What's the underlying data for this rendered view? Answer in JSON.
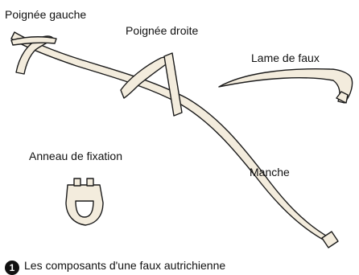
{
  "labels": {
    "left_handle": "Poignée gauche",
    "right_handle": "Poignée droite",
    "blade": "Lame de faux",
    "ring": "Anneau de fixation",
    "shaft": "Manche"
  },
  "caption": {
    "number": "1",
    "text": "Les composants d'une faux autrichienne"
  },
  "colors": {
    "ink": "#1a1a1a",
    "wood": "#f3ecdd"
  }
}
